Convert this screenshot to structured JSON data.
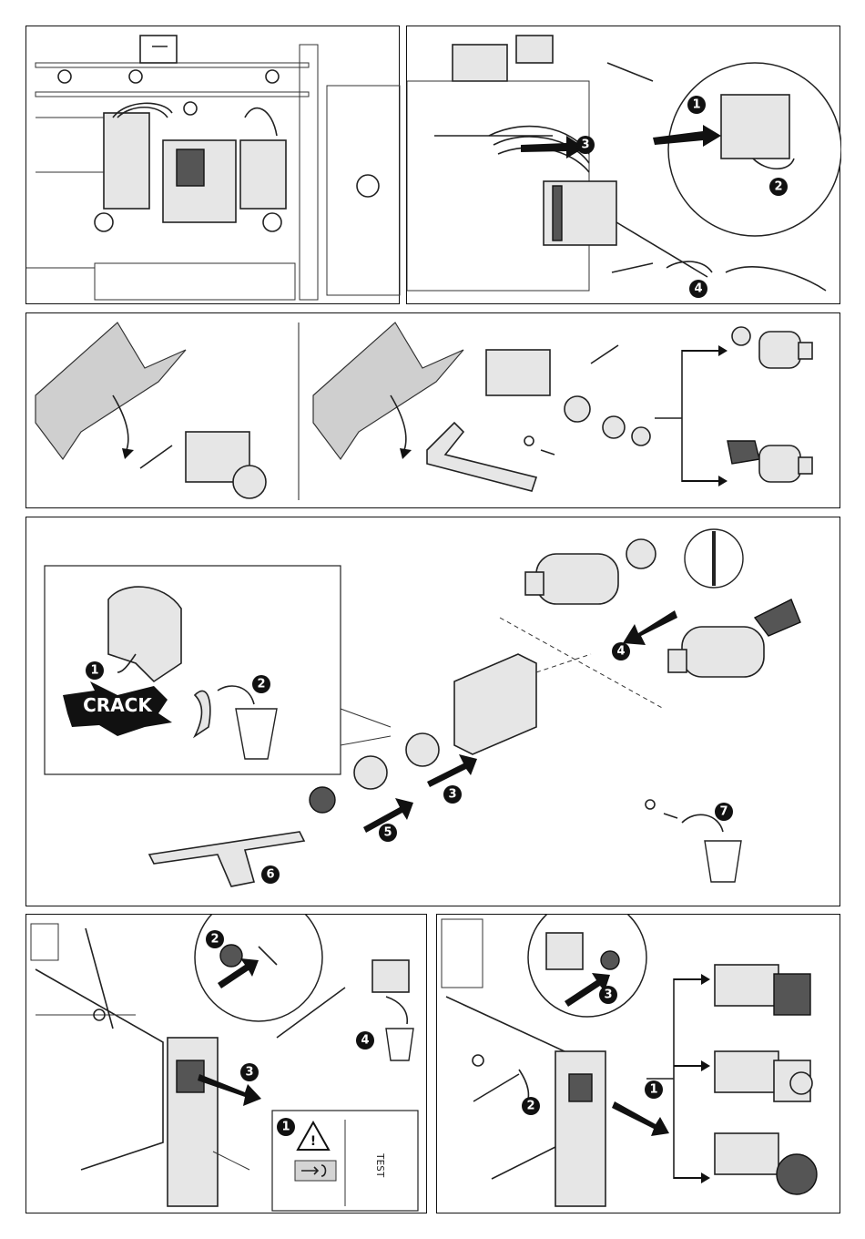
{
  "panels": [
    {
      "id": "p1",
      "title": ""
    },
    {
      "id": "p2",
      "steps": [
        "1",
        "2",
        "3",
        "4"
      ]
    },
    {
      "id": "p3a",
      "steps": []
    },
    {
      "id": "p3b",
      "steps": []
    },
    {
      "id": "p4",
      "steps": [
        "1",
        "2",
        "3",
        "4",
        "5",
        "6",
        "7"
      ],
      "crack_label": "CRACK"
    },
    {
      "id": "p5",
      "steps": [
        "1",
        "2",
        "3",
        "4"
      ],
      "test_label": "TEST"
    },
    {
      "id": "p6",
      "steps": [
        "1",
        "2",
        "3"
      ]
    }
  ],
  "icons": [
    "warning-triangle-icon",
    "wastebasket-icon",
    "screwdriver-icon",
    "key-icon"
  ]
}
